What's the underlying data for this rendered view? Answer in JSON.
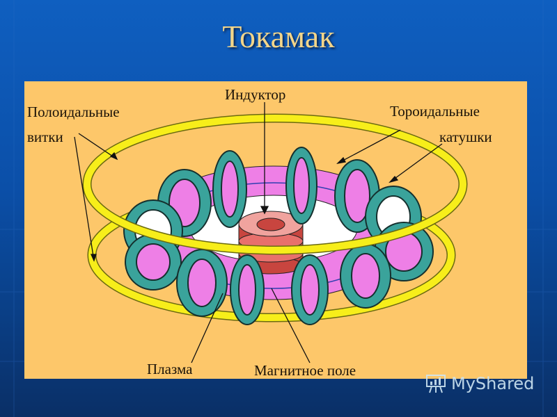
{
  "slide": {
    "title": "Токамак",
    "colors": {
      "background": "#0b4fa8",
      "panel": "#fdc76a",
      "poloidal_ring": "#f7ee1a",
      "toroidal_coil": "#3aa39b",
      "plasma": "#ee7fe6",
      "inductor": "#e8706c",
      "title_text": "#f2d58a"
    }
  },
  "diagram": {
    "labels": {
      "poloidal_line1": "Полоидальные",
      "poloidal_line2": "витки",
      "inductor": "Индуктор",
      "toroidal_line1": "Тороидальные",
      "toroidal_line2": "катушки",
      "plasma": "Плазма",
      "magnetic_field": "Магнитное поле"
    }
  },
  "watermark": {
    "icon": "presentation-board-icon",
    "text": "MyShared"
  }
}
